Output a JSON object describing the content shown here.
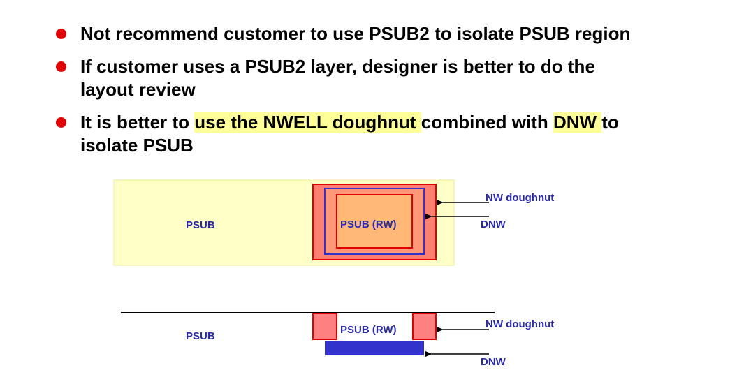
{
  "bullets": [
    {
      "segments": [
        {
          "text": "Not recommend customer to use PSUB2 to isolate PSUB region",
          "highlight": false
        }
      ]
    },
    {
      "segments": [
        {
          "text": "If customer uses a PSUB2 layer, designer is better to do the layout review",
          "highlight": false
        }
      ]
    },
    {
      "segments": [
        {
          "text": "It is better to ",
          "highlight": false
        },
        {
          "text": "use the NWELL doughnut ",
          "highlight": true
        },
        {
          "text": "combined with ",
          "highlight": false
        },
        {
          "text": "DNW ",
          "highlight": true
        },
        {
          "text": "to isolate PSUB",
          "highlight": false
        }
      ]
    }
  ],
  "top_view": {
    "region_label": "PSUB",
    "inner_label": "PSUB (RW)",
    "nw_label": "NW doughnut",
    "dnw_label": "DNW"
  },
  "cross_section": {
    "region_label": "PSUB",
    "inner_label": "PSUB (RW)",
    "nw_label": "NW doughnut",
    "dnw_label": "DNW"
  },
  "colors": {
    "bullet_dot": "#e00000",
    "highlight": "#ffff99",
    "psub_fill": "#ffffc8",
    "nw_fill": "#ff8070",
    "nw_border": "#e00000",
    "dnw": "#3333cc",
    "rw_fill": "#ffb877",
    "label_text": "#2a2aa8"
  }
}
